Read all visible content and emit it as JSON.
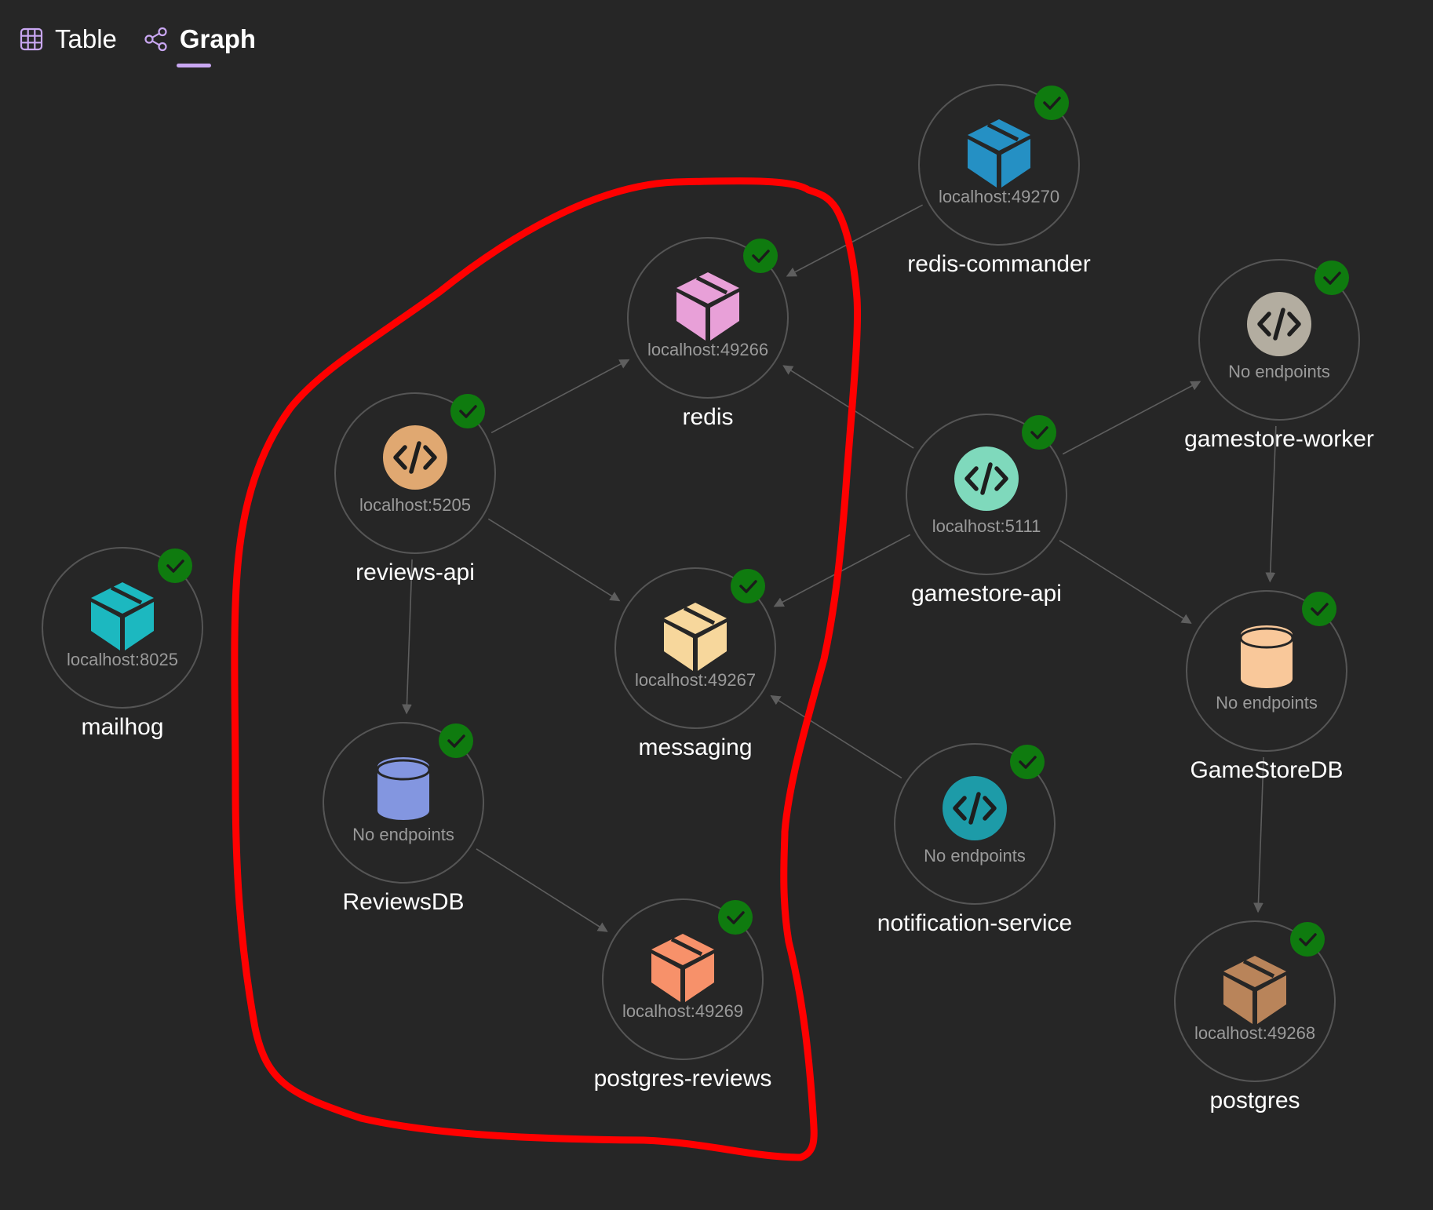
{
  "tabs": [
    {
      "label": "Table",
      "icon": "table-icon",
      "active": false
    },
    {
      "label": "Graph",
      "icon": "share-graph-icon",
      "active": true
    }
  ],
  "colors": {
    "background": "#262626",
    "edge": "#5e5e5e",
    "node_border": "#555555",
    "status_ok": "#0f7b0f",
    "tab_underline": "#c9a7f2",
    "annotation": "#ff0000"
  },
  "nodes": [
    {
      "id": "redis-commander",
      "label": "redis-commander",
      "endpoint": "localhost:49270",
      "kind": "container",
      "icon": "package-icon",
      "color": "#2590c4",
      "status": "running"
    },
    {
      "id": "redis",
      "label": "redis",
      "endpoint": "localhost:49266",
      "kind": "container",
      "icon": "package-icon",
      "color": "#e8a0d8",
      "status": "running"
    },
    {
      "id": "gamestore-worker",
      "label": "gamestore-worker",
      "endpoint": "No endpoints",
      "kind": "project",
      "icon": "code-icon",
      "color": "#b3ada0",
      "status": "running"
    },
    {
      "id": "reviews-api",
      "label": "reviews-api",
      "endpoint": "localhost:5205",
      "kind": "project",
      "icon": "code-icon",
      "color": "#e0a871",
      "status": "running"
    },
    {
      "id": "gamestore-api",
      "label": "gamestore-api",
      "endpoint": "localhost:5111",
      "kind": "project",
      "icon": "code-icon",
      "color": "#7fd9bc",
      "status": "running"
    },
    {
      "id": "mailhog",
      "label": "mailhog",
      "endpoint": "localhost:8025",
      "kind": "container",
      "icon": "package-icon",
      "color": "#1cb8c0",
      "status": "running"
    },
    {
      "id": "messaging",
      "label": "messaging",
      "endpoint": "localhost:49267",
      "kind": "container",
      "icon": "package-icon",
      "color": "#f7d79c",
      "status": "running"
    },
    {
      "id": "GameStoreDB",
      "label": "GameStoreDB",
      "endpoint": "No endpoints",
      "kind": "database",
      "icon": "database-icon",
      "color": "#f9c89a",
      "status": "running"
    },
    {
      "id": "ReviewsDB",
      "label": "ReviewsDB",
      "endpoint": "No endpoints",
      "kind": "database",
      "icon": "database-icon",
      "color": "#8396e0",
      "status": "running"
    },
    {
      "id": "notification-service",
      "label": "notification-service",
      "endpoint": "No endpoints",
      "kind": "project",
      "icon": "code-icon",
      "color": "#1d9ba8",
      "status": "running"
    },
    {
      "id": "postgres-reviews",
      "label": "postgres-reviews",
      "endpoint": "localhost:49269",
      "kind": "container",
      "icon": "package-icon",
      "color": "#f7916a",
      "status": "running"
    },
    {
      "id": "postgres",
      "label": "postgres",
      "endpoint": "localhost:49268",
      "kind": "container",
      "icon": "package-icon",
      "color": "#b9845a",
      "status": "running"
    }
  ],
  "edges": [
    {
      "from": "redis-commander",
      "to": "redis"
    },
    {
      "from": "reviews-api",
      "to": "redis"
    },
    {
      "from": "reviews-api",
      "to": "messaging"
    },
    {
      "from": "reviews-api",
      "to": "ReviewsDB"
    },
    {
      "from": "gamestore-api",
      "to": "redis"
    },
    {
      "from": "gamestore-api",
      "to": "messaging"
    },
    {
      "from": "gamestore-api",
      "to": "gamestore-worker"
    },
    {
      "from": "gamestore-api",
      "to": "GameStoreDB"
    },
    {
      "from": "gamestore-worker",
      "to": "GameStoreDB"
    },
    {
      "from": "notification-service",
      "to": "messaging"
    },
    {
      "from": "ReviewsDB",
      "to": "postgres-reviews"
    },
    {
      "from": "GameStoreDB",
      "to": "postgres"
    }
  ]
}
